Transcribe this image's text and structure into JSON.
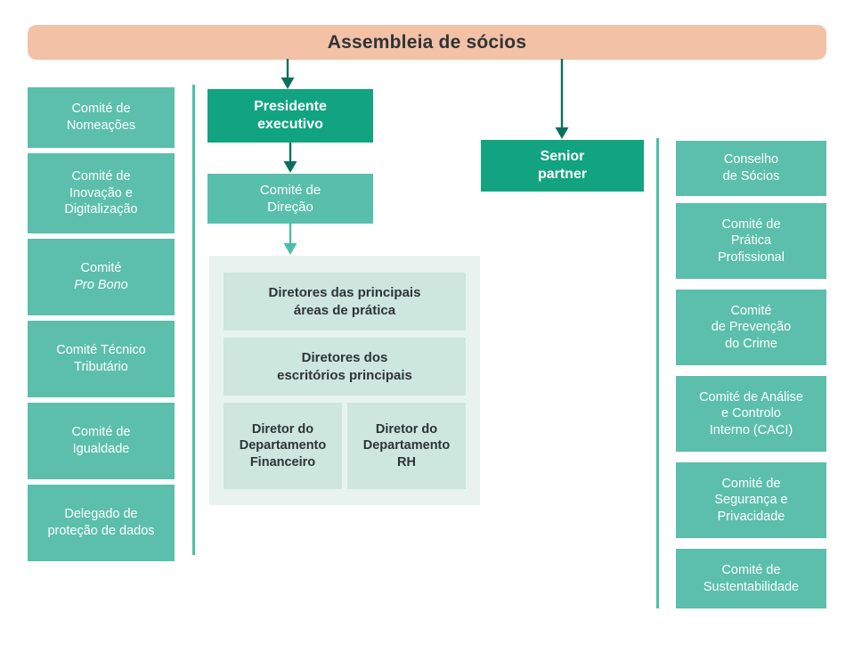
{
  "header": {
    "title": "Assembleia de sócios"
  },
  "colors": {
    "header_bg": "#f3c1a5",
    "header_text": "#2e3436",
    "teal_box": "#5bbfab",
    "green_box": "#12a480",
    "mint_box": "#cde6de",
    "panel_bg": "#e8f3f0",
    "divider": "#4cbfa8",
    "arrow_dark": "#0b6f5c",
    "arrow_teal": "#4cbfa8",
    "box_text_light": "#ffffff",
    "box_text_dark": "#2e3436"
  },
  "left_column": {
    "items": [
      {
        "label": "Comité de\nNomeações"
      },
      {
        "label": "Comité de\nInovação e\nDigitalização"
      },
      {
        "label": "Comité",
        "italic_label": "Pro Bono"
      },
      {
        "label": "Comité Técnico\nTributário"
      },
      {
        "label": "Comité de\nIgualdade"
      },
      {
        "label": "Delegado de\nproteção de dados"
      }
    ]
  },
  "center_column": {
    "president": {
      "label": "Presidente\nexecutivo"
    },
    "direction_committee": {
      "label": "Comité de\nDireção"
    },
    "directors_panel": {
      "rows": [
        {
          "label": "Diretores das principais\náreas de prática"
        },
        {
          "label": "Diretores dos\nescritórios principais"
        }
      ],
      "bottom_pair": [
        {
          "label": "Diretor do\nDepartamento\nFinanceiro"
        },
        {
          "label": "Diretor do\nDepartamento\nRH"
        }
      ]
    }
  },
  "senior_partner": {
    "label": "Senior\npartner"
  },
  "right_column": {
    "items": [
      {
        "label": "Conselho\nde Sócios"
      },
      {
        "label": "Comité de\nPrática\nProfissional"
      },
      {
        "label": "Comité\nde Prevenção\ndo Crime"
      },
      {
        "label": "Comité de Análise\ne Controlo\nInterno (CACI)"
      },
      {
        "label": "Comité de\nSegurança e\nPrivacidade"
      },
      {
        "label": "Comité de\nSustentabilidade"
      }
    ]
  },
  "connectors": [
    {
      "name": "assembleia-to-presidente"
    },
    {
      "name": "assembleia-to-senior-partner"
    },
    {
      "name": "presidente-to-comite-direcao"
    },
    {
      "name": "comite-direcao-to-diretores"
    }
  ]
}
